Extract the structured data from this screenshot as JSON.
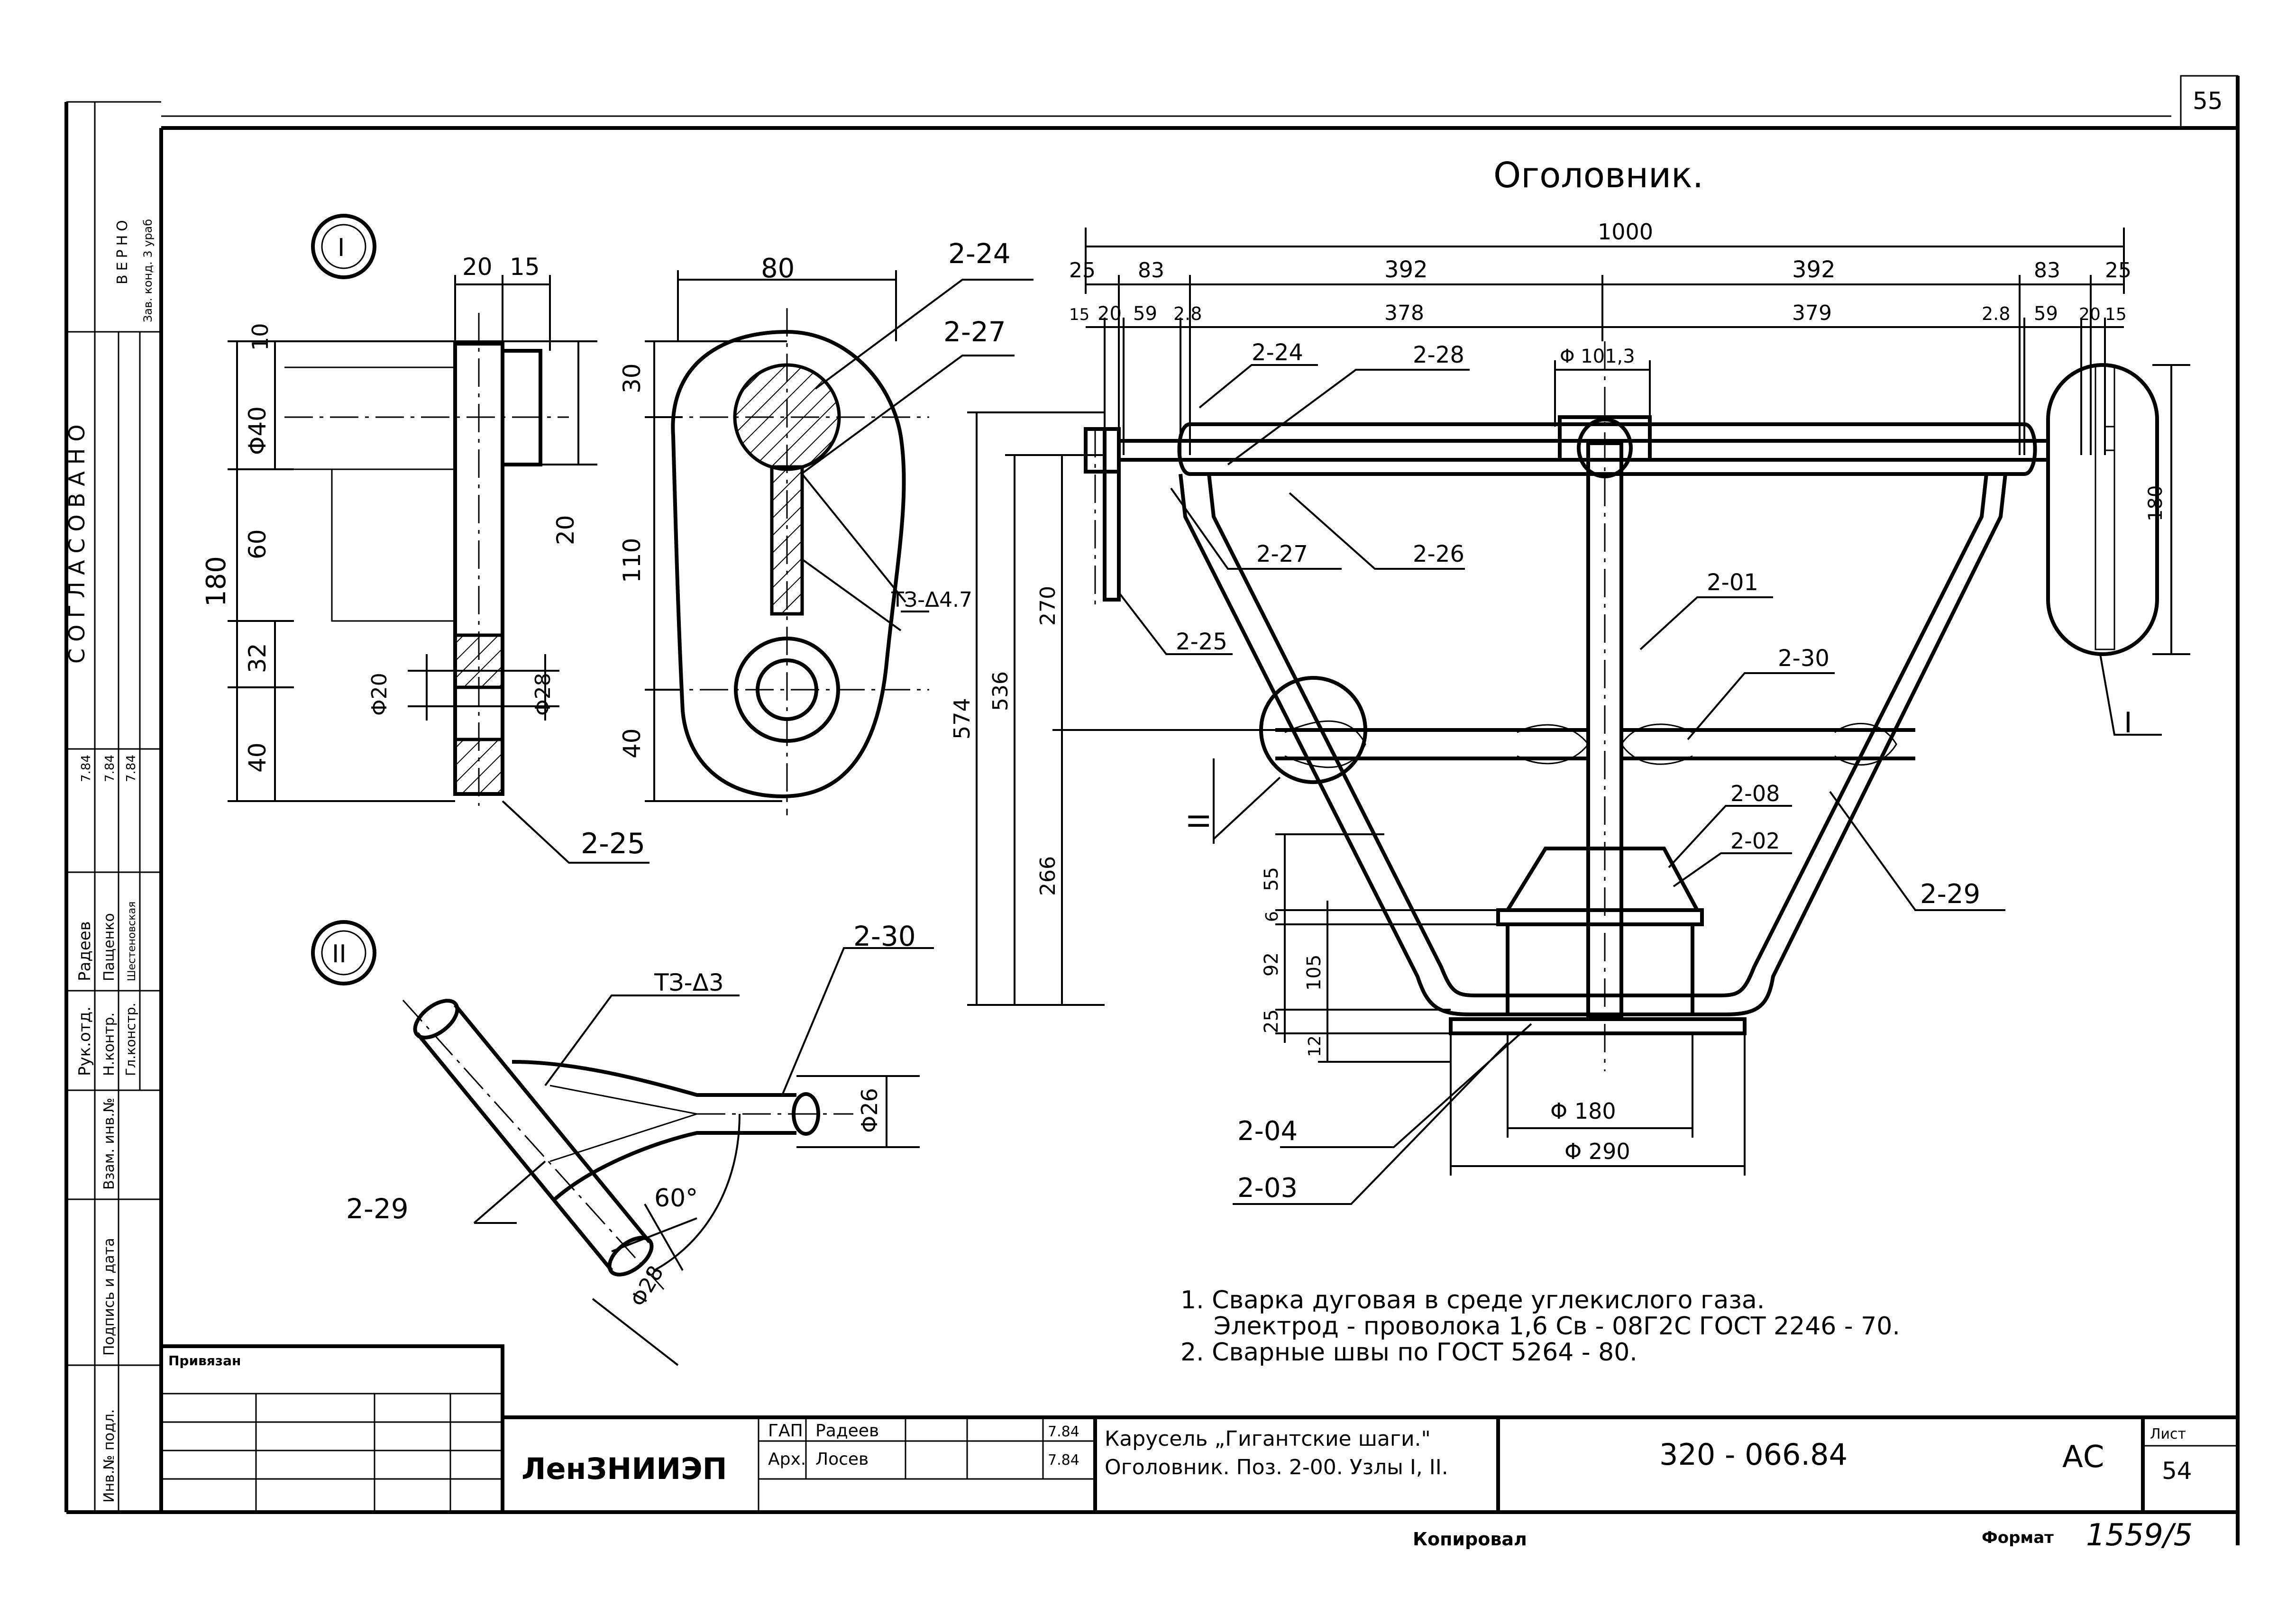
{
  "sheet": {
    "page_number": "55",
    "sheet_number": "54",
    "sheet_label": "Лист",
    "title": "Оголовник.",
    "institute": "ЛенЗНИИЭП",
    "document_code": "320 - 066.84",
    "stage": "АС",
    "project_title_line1": "Карусель „Гигантские шаги.\"",
    "project_title_line2": "Оголовник. Поз. 2-00. Узлы I, II.",
    "copied_label": "Копировал",
    "format_label": "Формат",
    "format_value": "1559/5",
    "tied_label": "Привязан"
  },
  "margin_stamp": {
    "agreed": "СОГЛАСОВАНО",
    "roles": [
      "Рук.отд.",
      "Н.контр.",
      "Гл.констр."
    ],
    "names": [
      "Радеев",
      "Пащенко",
      "Шестеновская"
    ],
    "dates": [
      "7.84",
      "7.84",
      "7.84"
    ],
    "inventory_labels": [
      "Инв.№ подл.",
      "Подпись и дата",
      "Взам. инв.№"
    ],
    "copy_note": "ВЕРНО",
    "copy_note2": "Зав. конд. 3 ураб"
  },
  "title_block": {
    "rows": [
      {
        "role": "ГАП",
        "name": "Радеев",
        "date": "7.84"
      },
      {
        "role": "Арх.",
        "name": "Лосев",
        "date": "7.84"
      }
    ]
  },
  "notes": [
    "1. Сварка дуговая в среде углекислого газа.",
    "Электрод - проволока 1,6 Св - 08Г2С ГОСТ 2246 - 70.",
    "2. Сварные швы по ГОСТ 5264 - 80."
  ],
  "node1": {
    "marker": "I",
    "dims_top": [
      "20",
      "15",
      "80"
    ],
    "dims_left": [
      "10",
      "Φ40",
      "180",
      "60",
      "32",
      "40",
      "20",
      "Φ20",
      "Φ28"
    ],
    "dims_plate": [
      "30",
      "110",
      "40"
    ],
    "parts": [
      "2-24",
      "2-27",
      "2-25"
    ],
    "weld": "ТЗ-Δ4.7"
  },
  "node2": {
    "marker": "II",
    "parts": [
      "2-29",
      "2-30"
    ],
    "weld": "ТЗ-Δ3",
    "dims": [
      "Φ26",
      "Φ28",
      "60°"
    ]
  },
  "main_view": {
    "overall_width": "1000",
    "dims_row1": [
      "25",
      "83",
      "392",
      "392",
      "83",
      "25"
    ],
    "dims_row2": [
      "15",
      "20",
      "59",
      "2.8",
      "378",
      "379",
      "2.8",
      "59",
      "20",
      "15"
    ],
    "center_dia": "Φ 101,3",
    "dims_height": [
      "574",
      "536",
      "270",
      "266",
      "55",
      "6",
      "92",
      "105",
      "25",
      "12",
      "180"
    ],
    "base_dims": [
      "Φ 180",
      "Φ 290"
    ],
    "parts": [
      "2-24",
      "2-28",
      "2-27",
      "2-26",
      "2-01",
      "2-25",
      "2-30",
      "2-08",
      "2-02",
      "2-29",
      "2-04",
      "2-03"
    ],
    "callouts": [
      "I",
      "II"
    ]
  }
}
